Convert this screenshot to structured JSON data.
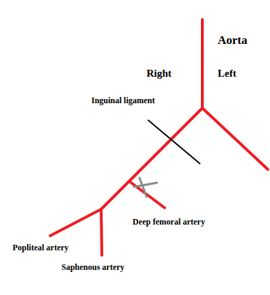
{
  "diagram": {
    "labels": [
      "Aorta",
      "Right",
      "Left",
      "Inguinal ligament",
      "Deep femoral artery",
      "Popliteal artery",
      "Saphenous artery"
    ]
  }
}
